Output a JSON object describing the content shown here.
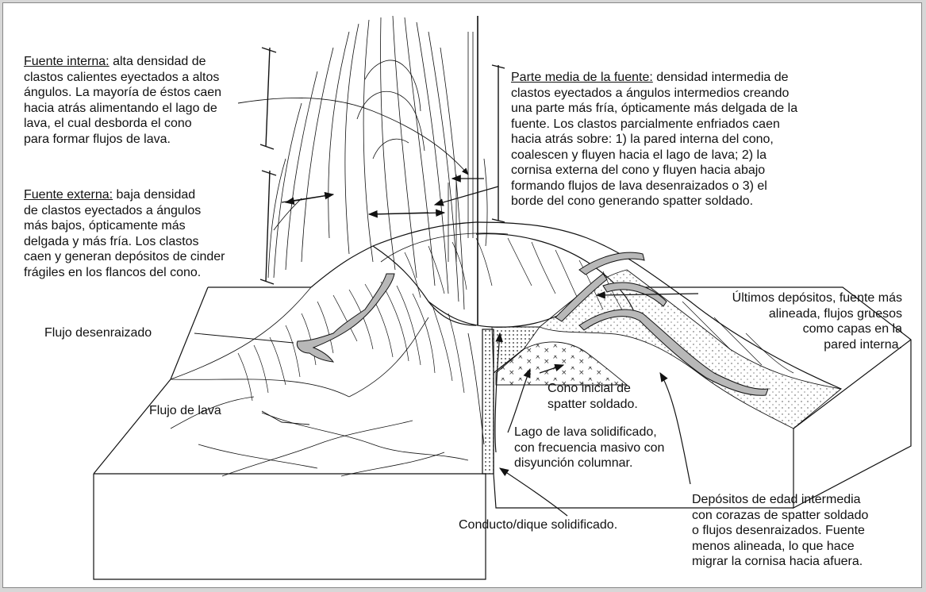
{
  "labels": {
    "fuente_interna": {
      "title": "Fuente interna:",
      "lines": [
        " alta densidad de",
        "clastos calientes eyectados a altos",
        "ángulos. La mayoría de éstos caen",
        "hacia atrás alimentando el lago de",
        "lava, el cual desborda el cono",
        "para formar flujos de lava."
      ]
    },
    "fuente_externa": {
      "title": "Fuente externa:",
      "lines": [
        " baja densidad",
        "de clastos eyectados a ángulos",
        "más bajos, ópticamente más",
        "delgada y más fría. Los clastos",
        "caen y generan depósitos de cinder",
        "frágiles en los flancos del cono."
      ]
    },
    "parte_media": {
      "title": "Parte media de la fuente:",
      "lines": [
        " densidad intermedia de",
        "clastos eyectados a ángulos intermedios creando",
        "una parte más fría, ópticamente más delgada de la",
        "fuente. Los clastos parcialmente enfriados caen",
        "hacia atrás sobre: 1) la pared interna del cono,",
        "coalescen y fluyen hacia el lago de lava; 2) la",
        "cornisa externa del cono y fluyen hacia abajo",
        "formando flujos de lava desenraizados o 3) el",
        "borde del cono generando spatter soldado."
      ]
    },
    "ultimos": [
      "Últimos depósitos, fuente más",
      "alineada, flujos gruesos",
      "como capas en la",
      "pared interna."
    ],
    "flujo_desenraizado": "Flujo desenraizado",
    "flujo_lava": "Flujo de lava",
    "cono_inicial": [
      "Cono inicial de",
      "spatter soldado."
    ],
    "lago": [
      "Lago de lava solidificado,",
      "con frecuencia masivo con",
      "disyunción columnar."
    ],
    "conducto": "Conducto/dique solidificado.",
    "depositos": [
      "Depósitos de edad intermedia",
      "con corazas de spatter soldado",
      "o flujos desenraizados. Fuente",
      "menos alineada, lo que hace",
      "migrar la cornisa hacia afuera."
    ]
  },
  "colors": {
    "background": "#d7d7d7",
    "panel": "#ffffff",
    "ink": "#111111",
    "flow_fill": "#b8b8b8"
  }
}
